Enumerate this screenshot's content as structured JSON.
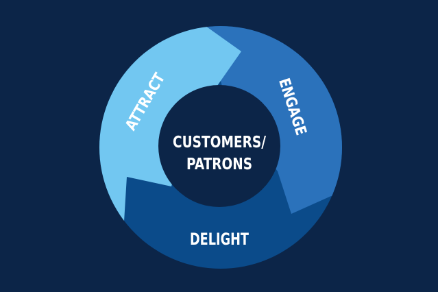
{
  "diagram": {
    "center_label_line1": "CUSTOMERS/",
    "center_label_line2": "PATRONS",
    "segments": [
      {
        "label": "ATTRACT",
        "color": "#72c7f1"
      },
      {
        "label": "ENGAGE",
        "color": "#2b72bb"
      },
      {
        "label": "DELIGHT",
        "color": "#0b4b8a"
      }
    ],
    "background_color": "#0c2548",
    "center_color": "#0c2548"
  }
}
